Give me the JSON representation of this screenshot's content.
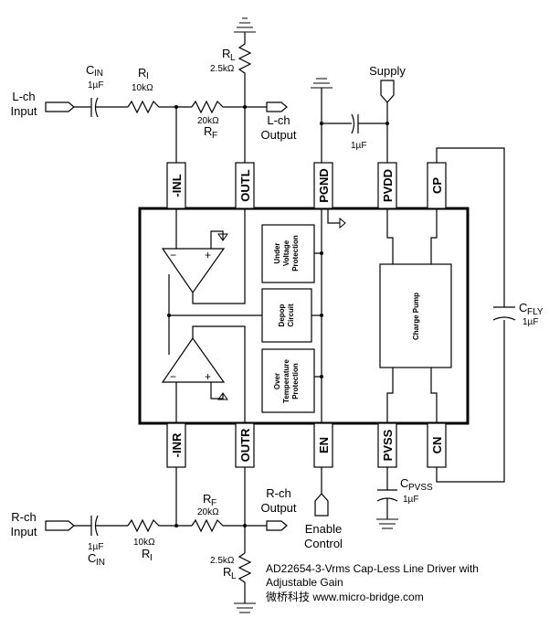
{
  "labels": {
    "lch_input": [
      "L-ch",
      "Input"
    ],
    "lch_output": [
      "L-ch",
      "Output"
    ],
    "rch_input": [
      "R-ch",
      "Input"
    ],
    "rch_output": [
      "R-ch",
      "Output"
    ],
    "supply": "Supply",
    "enable": [
      "Enable",
      "Control"
    ]
  },
  "components": {
    "cin_top": {
      "name": "C",
      "sub": "IN",
      "value": "1µF"
    },
    "ri_top": {
      "name": "R",
      "sub": "I",
      "value": "10kΩ"
    },
    "rf_top": {
      "value": "20kΩ",
      "name": "R",
      "sub": "F"
    },
    "rl_top": {
      "name": "R",
      "sub": "L",
      "value": "2.5kΩ"
    },
    "c_pvdd": {
      "value": "1µF"
    },
    "cfly": {
      "name": "C",
      "sub": "FLY",
      "value": "1µF"
    },
    "cpvss": {
      "name": "C",
      "sub": "PVSS",
      "value": "1µF"
    },
    "cin_bot": {
      "value": "1µF",
      "name": "C",
      "sub": "IN"
    },
    "ri_bot": {
      "value": "10kΩ",
      "name": "R",
      "sub": "I"
    },
    "rf_bot": {
      "name": "R",
      "sub": "F",
      "value": "20kΩ"
    },
    "rl_bot": {
      "value": "2.5kΩ",
      "name": "R",
      "sub": "L"
    }
  },
  "pins_top": [
    "-INL",
    "OUTL",
    "PGND",
    "PVDD",
    "CP"
  ],
  "pins_bottom": [
    "-INR",
    "OUTR",
    "EN",
    "PVSS",
    "CN"
  ],
  "blocks": {
    "under_voltage": [
      "Under",
      "Voltage",
      "Protection"
    ],
    "depop": [
      "Depop",
      "Circuit"
    ],
    "over_temp": [
      "Over",
      "Temperature",
      "Protection"
    ],
    "charge_pump": "Charge Pump"
  },
  "opamp_signs": {
    "minus": "−",
    "plus": "+"
  },
  "caption": {
    "line1": "AD22654-3-Vrms Cap-Less Line Driver with",
    "line2": "Adjustable Gain",
    "line3": "微桥科技 www.micro-bridge.com"
  }
}
